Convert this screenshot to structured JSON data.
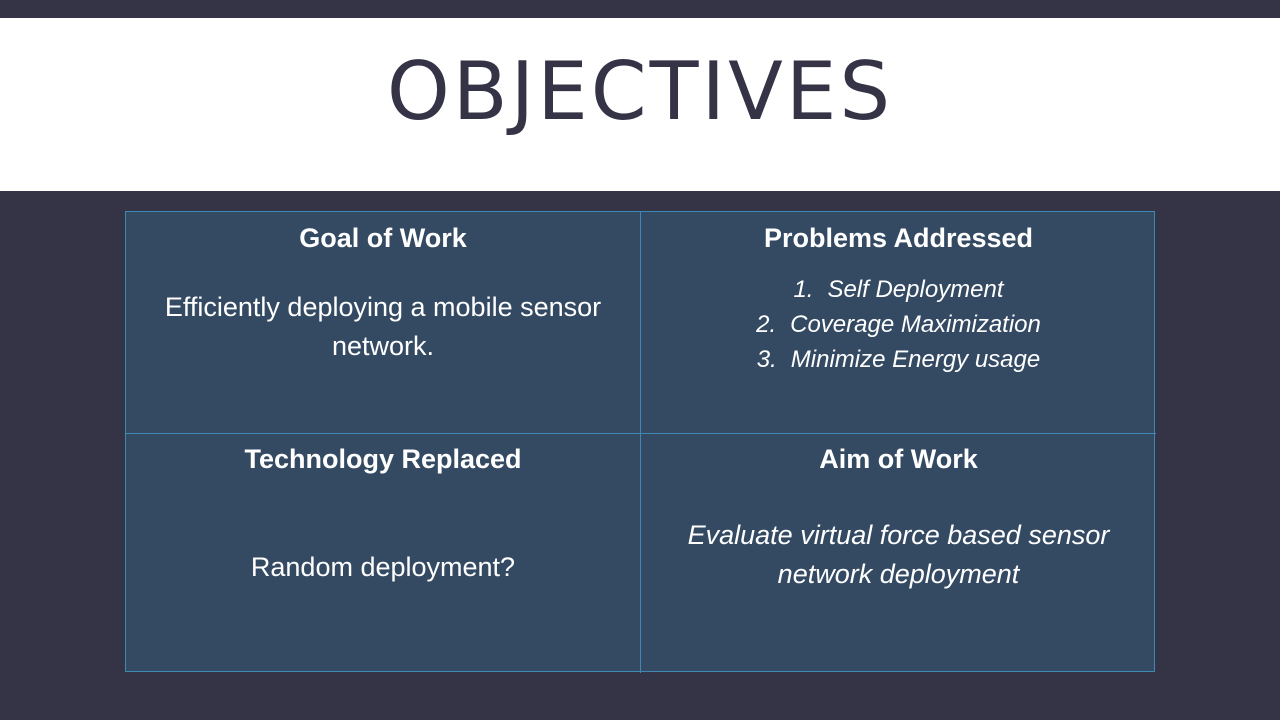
{
  "slide": {
    "title": "OBJECTIVES"
  },
  "table": {
    "goal": {
      "heading": "Goal of Work",
      "body": "Efficiently deploying a mobile sensor network."
    },
    "problems": {
      "heading": "Problems Addressed",
      "items": [
        {
          "num": "1.",
          "text": "Self Deployment"
        },
        {
          "num": "2.",
          "text": "Coverage Maximization"
        },
        {
          "num": "3.",
          "text": "Minimize Energy usage"
        }
      ]
    },
    "technology": {
      "heading": "Technology Replaced",
      "body": "Random deployment?"
    },
    "aim": {
      "heading": "Aim of Work",
      "body": "Evaluate virtual force based sensor network deployment"
    }
  },
  "colors": {
    "background": "#353346",
    "title_band": "#ffffff",
    "title_text": "#353346",
    "cell_fill": "#344a63",
    "cell_border": "#3f88b4",
    "cell_text": "#ffffff"
  }
}
